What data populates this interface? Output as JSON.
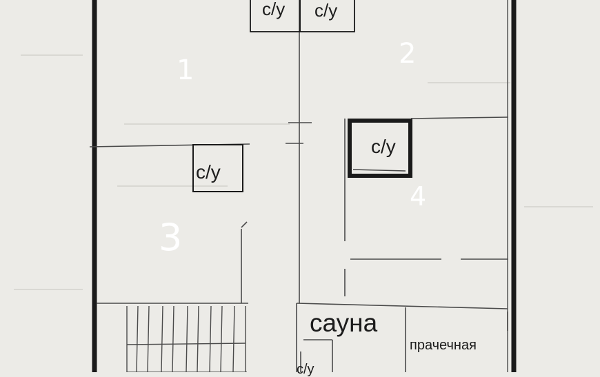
{
  "plan": {
    "labels": {
      "wc_1": "с/у",
      "wc_2": "с/у",
      "wc_3": "с/у",
      "wc_4": "с/у",
      "wc_5": "с/у",
      "sauna": "сауна",
      "laundry": "прачечная"
    },
    "room_numbers": {
      "r1": "1",
      "r2": "2",
      "r3": "3",
      "r4": "4"
    },
    "colors": {
      "paper": "#ecebe7",
      "ink": "#1a1a1a",
      "thin_line": "#4a4a4a",
      "room_number": "#ffffff"
    }
  }
}
